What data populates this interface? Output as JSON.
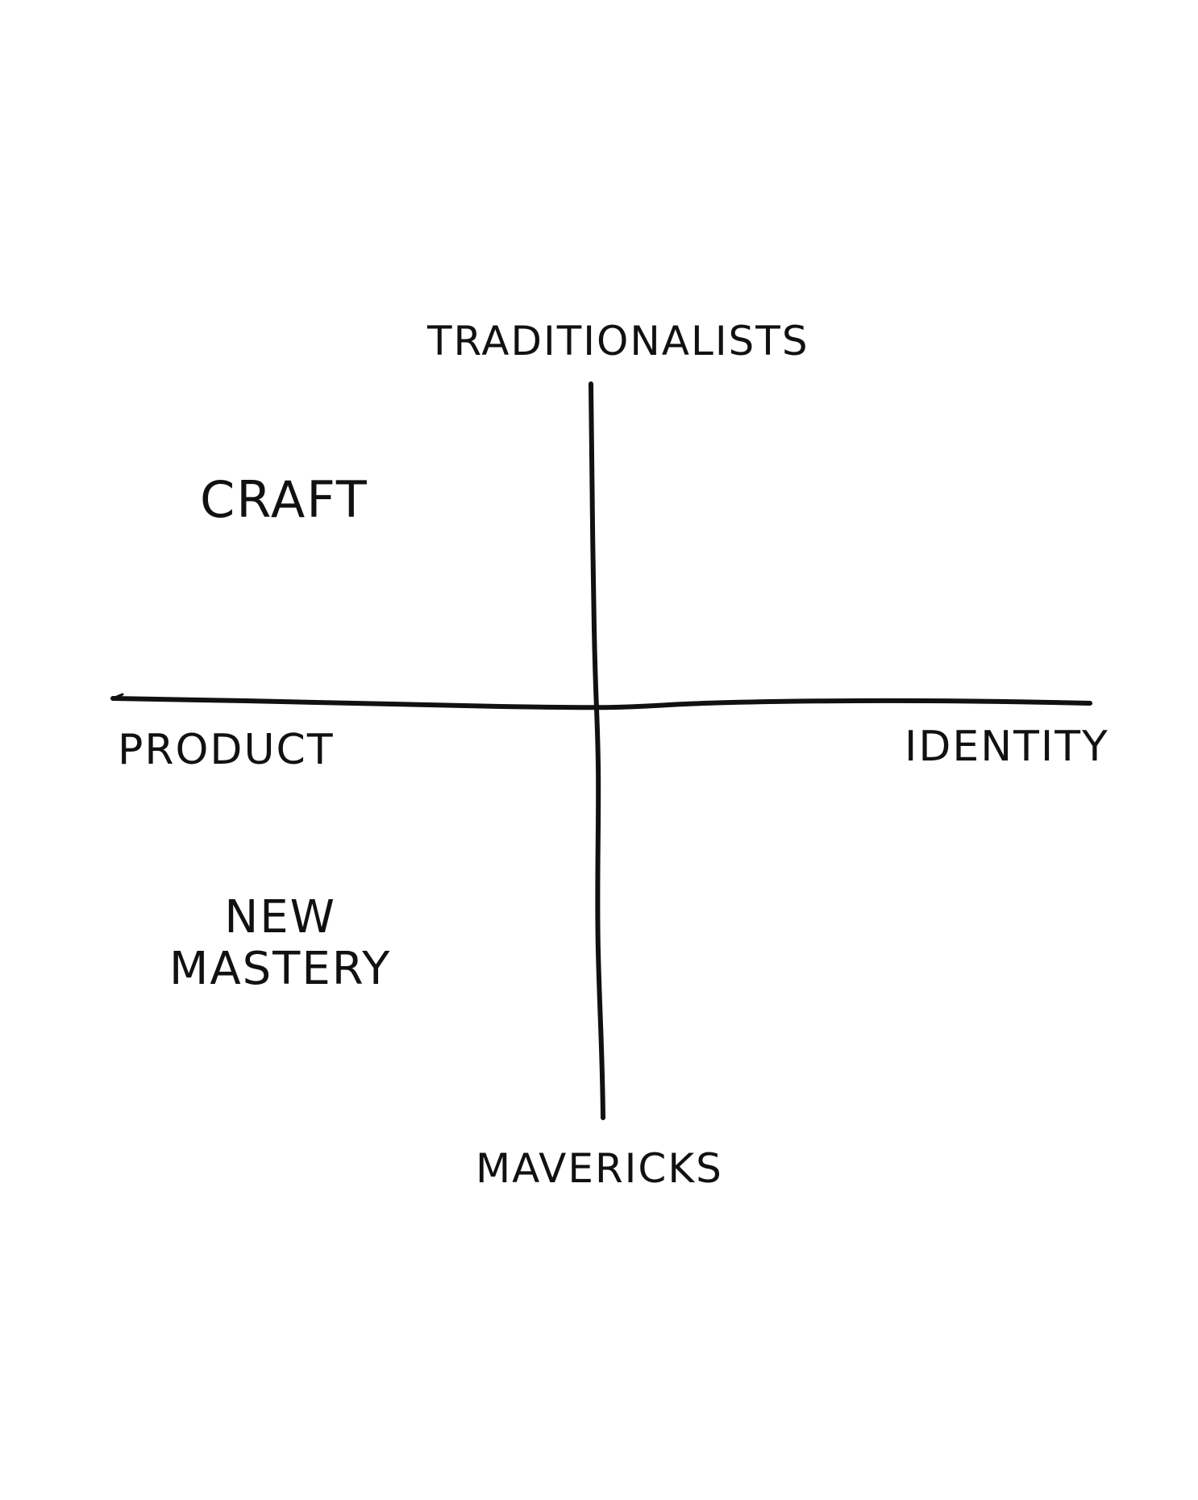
{
  "diagram": {
    "axes": {
      "top": "TRADITIONALISTS",
      "bottom": "MAVERICKS",
      "left": "PRODUCT",
      "right": "IDENTITY"
    },
    "quadrants": {
      "top_left": "CRAFT",
      "bottom_left_line1": "NEW",
      "bottom_left_line2": "MASTERY"
    },
    "colors": {
      "ink": "#111111",
      "background": "#ffffff"
    }
  }
}
